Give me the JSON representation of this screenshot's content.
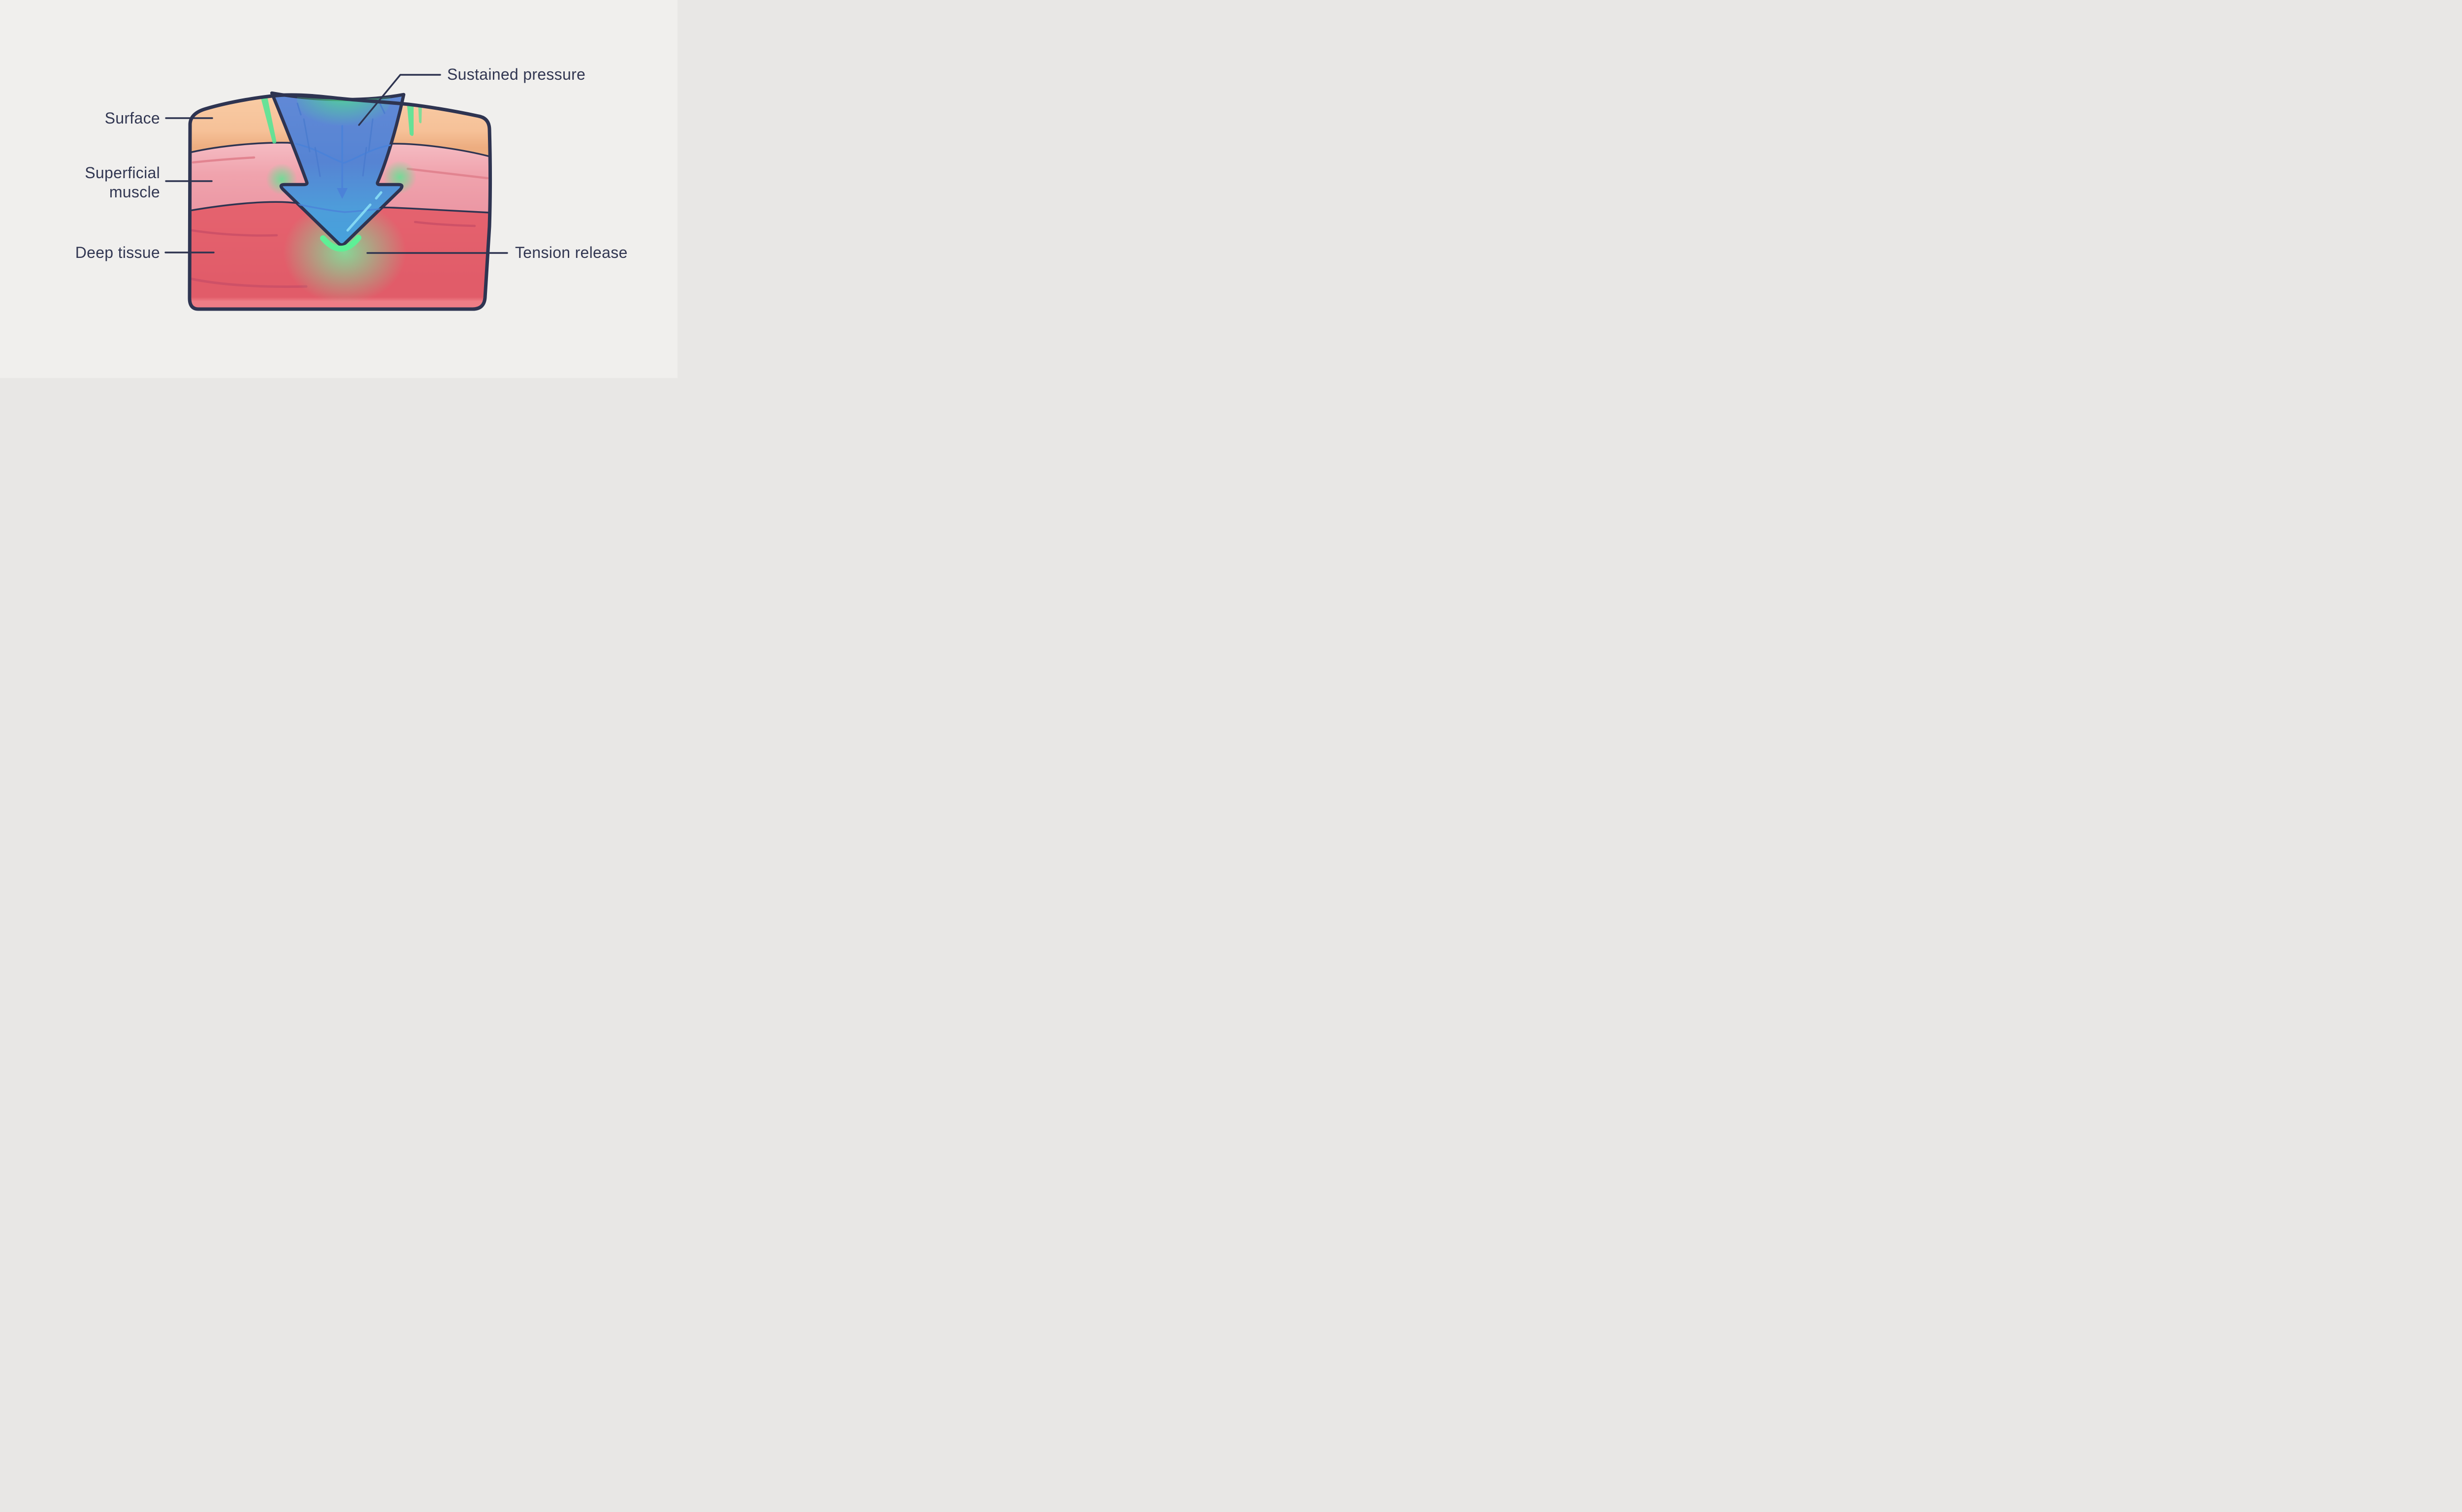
{
  "title": "Sustained pressure tissue diagram",
  "labels": {
    "surface": "Surface",
    "superficial_line1": "Superficial",
    "superficial_line2": "muscle",
    "deep": "Deep tissue",
    "sustained": "Sustained pressure",
    "tension": "Tension release"
  },
  "icons": {
    "pressure_arrow": "large downward arrow indicating sustained pressure",
    "mini_arrow": "small downward arrow inside pressure arrow",
    "release_chevron": "green chevron below arrow tip indicating tension release"
  },
  "colors": {
    "bg": "#f0efed",
    "navy": "#2e3451",
    "text": "#323752",
    "leader": "#2e3450",
    "peach_top": "#f9cda6",
    "peach_mid": "#f6c198",
    "peach_band": "#edad80",
    "pink_light": "#f5bdc4",
    "pink_main": "#f0a3ad",
    "pink_deep": "#eb96a3",
    "pink_streak": "#e28490",
    "deep_main": "#e5636f",
    "deep_mid": "#e15c69",
    "deep_bottom": "#ee7d86",
    "deep_streak": "#ce5167",
    "arrow_top": "#6189d6",
    "arrow_mid": "#5684d3",
    "arrow_head": "#4d9dda",
    "arrow_tip": "#45a2dc",
    "arrow_streak": "#4a7bce",
    "boundary_blue": "#4b82d8",
    "highlight_cyan": "#83d7f3",
    "green_bright": "#5ef096",
    "green_streak": "#4ee695",
    "green_glow": "#7ee29a"
  }
}
